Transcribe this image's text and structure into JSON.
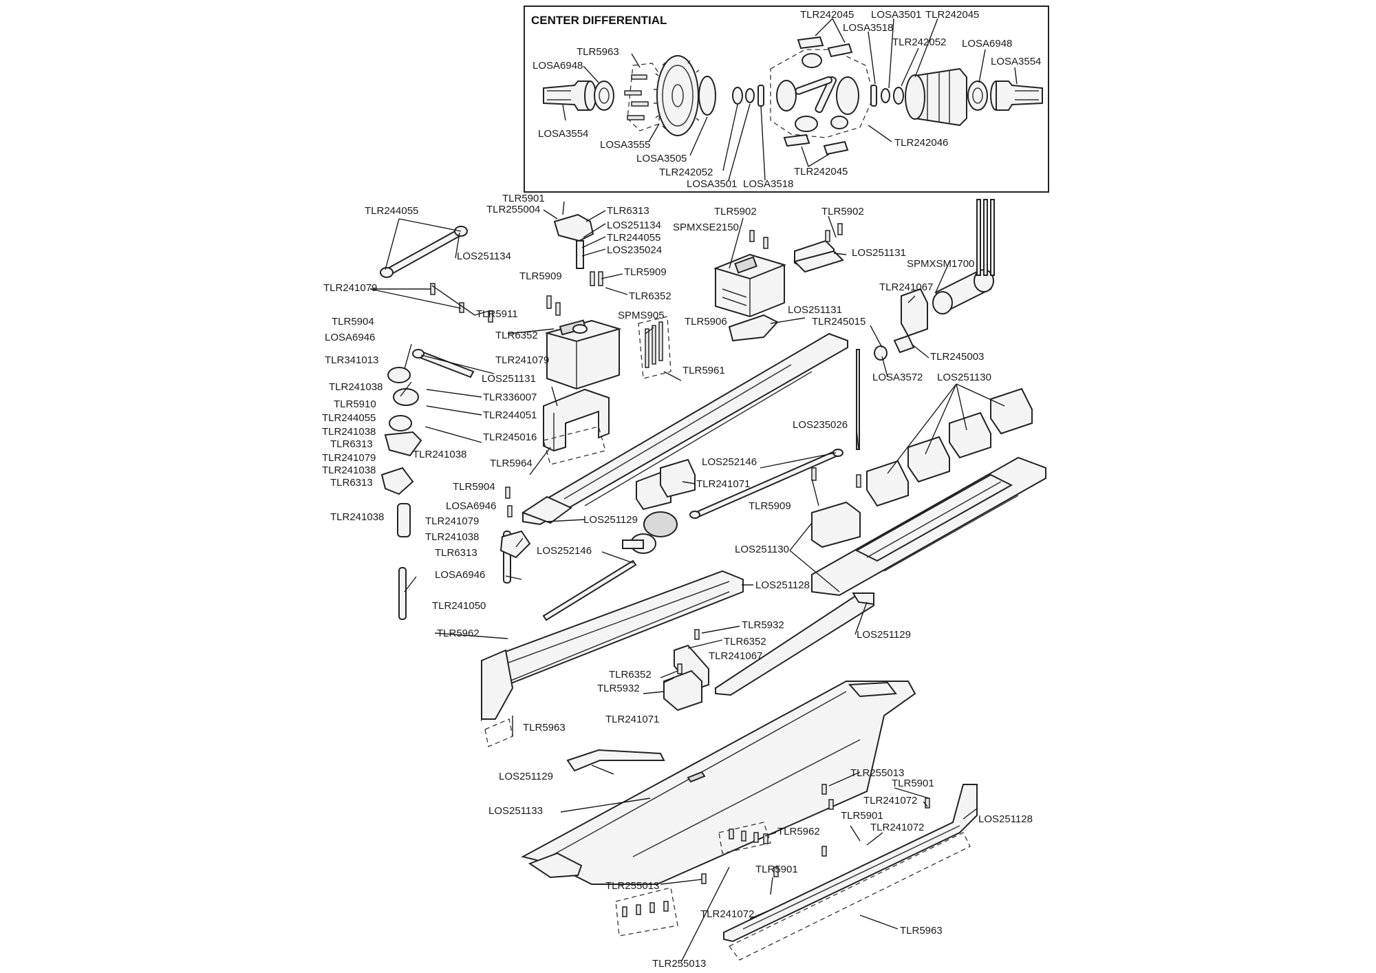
{
  "inset": {
    "title": "CENTER DIFFERENTIAL"
  },
  "labels": {
    "diff_tlr242045_top": "TLR242045",
    "diff_losa3501_top": "LOSA3501",
    "diff_tlr242045_top2": "TLR242045",
    "diff_losa3518_top": "LOSA3518",
    "diff_tlr242052_top": "TLR242052",
    "diff_losa6948_right": "LOSA6948",
    "diff_losa3554_right": "LOSA3554",
    "diff_tlr5963": "TLR5963",
    "diff_losa6948_left": "LOSA6948",
    "diff_losa3554_left": "LOSA3554",
    "diff_losa3555": "LOSA3555",
    "diff_losa3505": "LOSA3505",
    "diff_tlr242052_bottom": "TLR242052",
    "diff_losa3501_bottom": "LOSA3501",
    "diff_losa3518_bottom": "LOSA3518",
    "diff_tlr242045_bottom": "TLR242045",
    "diff_tlr242046": "TLR242046",
    "l_tlr5901_a": "TLR5901",
    "l_tlr255004": "TLR255004",
    "l_tlr6313_a": "TLR6313",
    "l_los251134_a": "LOS251134",
    "l_tlr244055_a": "TLR244055",
    "l_los235024": "LOS235024",
    "l_tlr244055_b": "TLR244055",
    "l_los251134_b": "LOS251134",
    "l_tlr5909_a": "TLR5909",
    "l_tlr6352_a": "TLR6352",
    "l_tlr5909_b": "TLR5909",
    "l_tlr241079_a": "TLR241079",
    "l_tlr5911": "TLR5911",
    "l_tlr5904_a": "TLR5904",
    "l_losa6946_a": "LOSA6946",
    "l_tlr341013": "TLR341013",
    "l_tlr241079_b": "TLR241079",
    "l_tlr6352_b": "TLR6352",
    "l_spms905": "SPMS905",
    "l_tlr5906": "TLR5906",
    "l_los251131_a": "LOS251131",
    "l_tlr241038_a": "TLR241038",
    "l_tlr336007": "TLR336007",
    "l_tlr5910": "TLR5910",
    "l_tlr244051": "TLR244051",
    "l_tlr244055_c": "TLR244055",
    "l_tlr241038_b": "TLR241038",
    "l_tlr245016": "TLR245016",
    "l_tlr6313_b": "TLR6313",
    "l_tlr241038_c": "TLR241038",
    "l_tlr241079_c": "TLR241079",
    "l_tlr241038_d": "TLR241038",
    "l_tlr6313_c": "TLR6313",
    "l_tlr5964": "TLR5964",
    "l_tlr5961": "TLR5961",
    "l_tlr5902_a": "TLR5902",
    "l_spmxse2150": "SPMXSE2150",
    "l_tlr5902_b": "TLR5902",
    "l_los251131_b": "LOS251131",
    "l_spmxsm1700": "SPMXSM1700",
    "l_tlr241067_a": "TLR241067",
    "l_los251131_c": "LOS251131",
    "l_tlr245015": "TLR245015",
    "l_tlr245003": "TLR245003",
    "l_losa3572": "LOSA3572",
    "l_los251130_a": "LOS251130",
    "l_los235026": "LOS235026",
    "l_los252146_a": "LOS252146",
    "l_tlr241071_a": "TLR241071",
    "l_tlr5909_c": "TLR5909",
    "l_tlr5904_b": "TLR5904",
    "l_losa6946_b": "LOSA6946",
    "l_los251129_a": "LOS251129",
    "l_tlr241038_e": "TLR241038",
    "l_tlr241079_d": "TLR241079",
    "l_tlr241038_f": "TLR241038",
    "l_tlr6313_d": "TLR6313",
    "l_los252146_b": "LOS252146",
    "l_los251130_b": "LOS251130",
    "l_losa6946_c": "LOSA6946",
    "l_los251128_a": "LOS251128",
    "l_tlr241050": "TLR241050",
    "l_tlr5962_a": "TLR5962",
    "l_los251129_b": "LOS251129",
    "l_tlr5932_a": "TLR5932",
    "l_tlr6352_c": "TLR6352",
    "l_tlr241067_b": "TLR241067",
    "l_tlr6352_d": "TLR6352",
    "l_tlr5932_b": "TLR5932",
    "l_tlr241071_b": "TLR241071",
    "l_tlr5963_a": "TLR5963",
    "l_los251129_c": "LOS251129",
    "l_tlr255013_a": "TLR255013",
    "l_tlr5901_b": "TLR5901",
    "l_los251133": "LOS251133",
    "l_tlr241072_a": "TLR241072",
    "l_tlr5901_c": "TLR5901",
    "l_los251128_b": "LOS251128",
    "l_tlr241072_b": "TLR241072",
    "l_tlr5962_b": "TLR5962",
    "l_tlr255013_b": "TLR255013",
    "l_tlr5901_d": "TLR5901",
    "l_tlr241072_c": "TLR241072",
    "l_tlr5963_b": "TLR5963",
    "l_tlr255013_c": "TLR255013"
  }
}
